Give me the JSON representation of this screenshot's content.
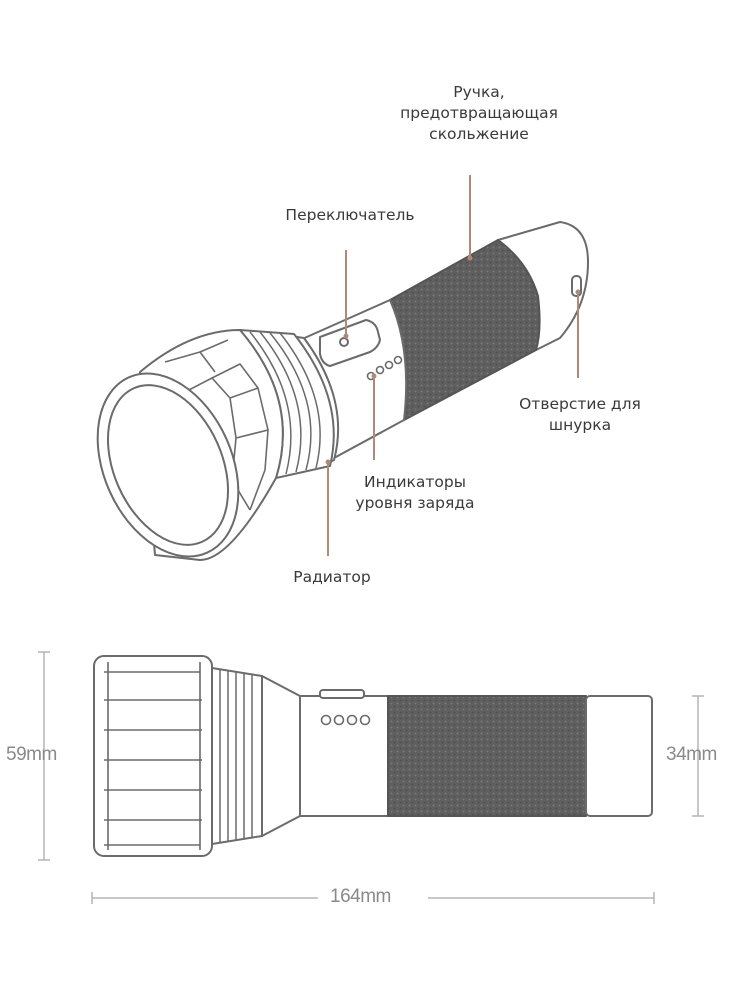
{
  "labels": {
    "grip": "Ручка,\nпредотвращающая\nскольжение",
    "switch": "Переключатель",
    "lanyard_hole": "Отверстие для\nшнурка",
    "indicators": "Индикаторы\nуровня заряда",
    "radiator": "Радиатор"
  },
  "dimensions": {
    "head_diameter": "59mm",
    "body_diameter": "34mm",
    "length": "164mm"
  },
  "colors": {
    "outline": "#6b6b6b",
    "leader": "#b08a78",
    "grip_dark": "#5e5e5e",
    "dim_line": "#b5b5b5",
    "label_text": "#3a3a3a",
    "dim_text": "#8a8a8a"
  }
}
